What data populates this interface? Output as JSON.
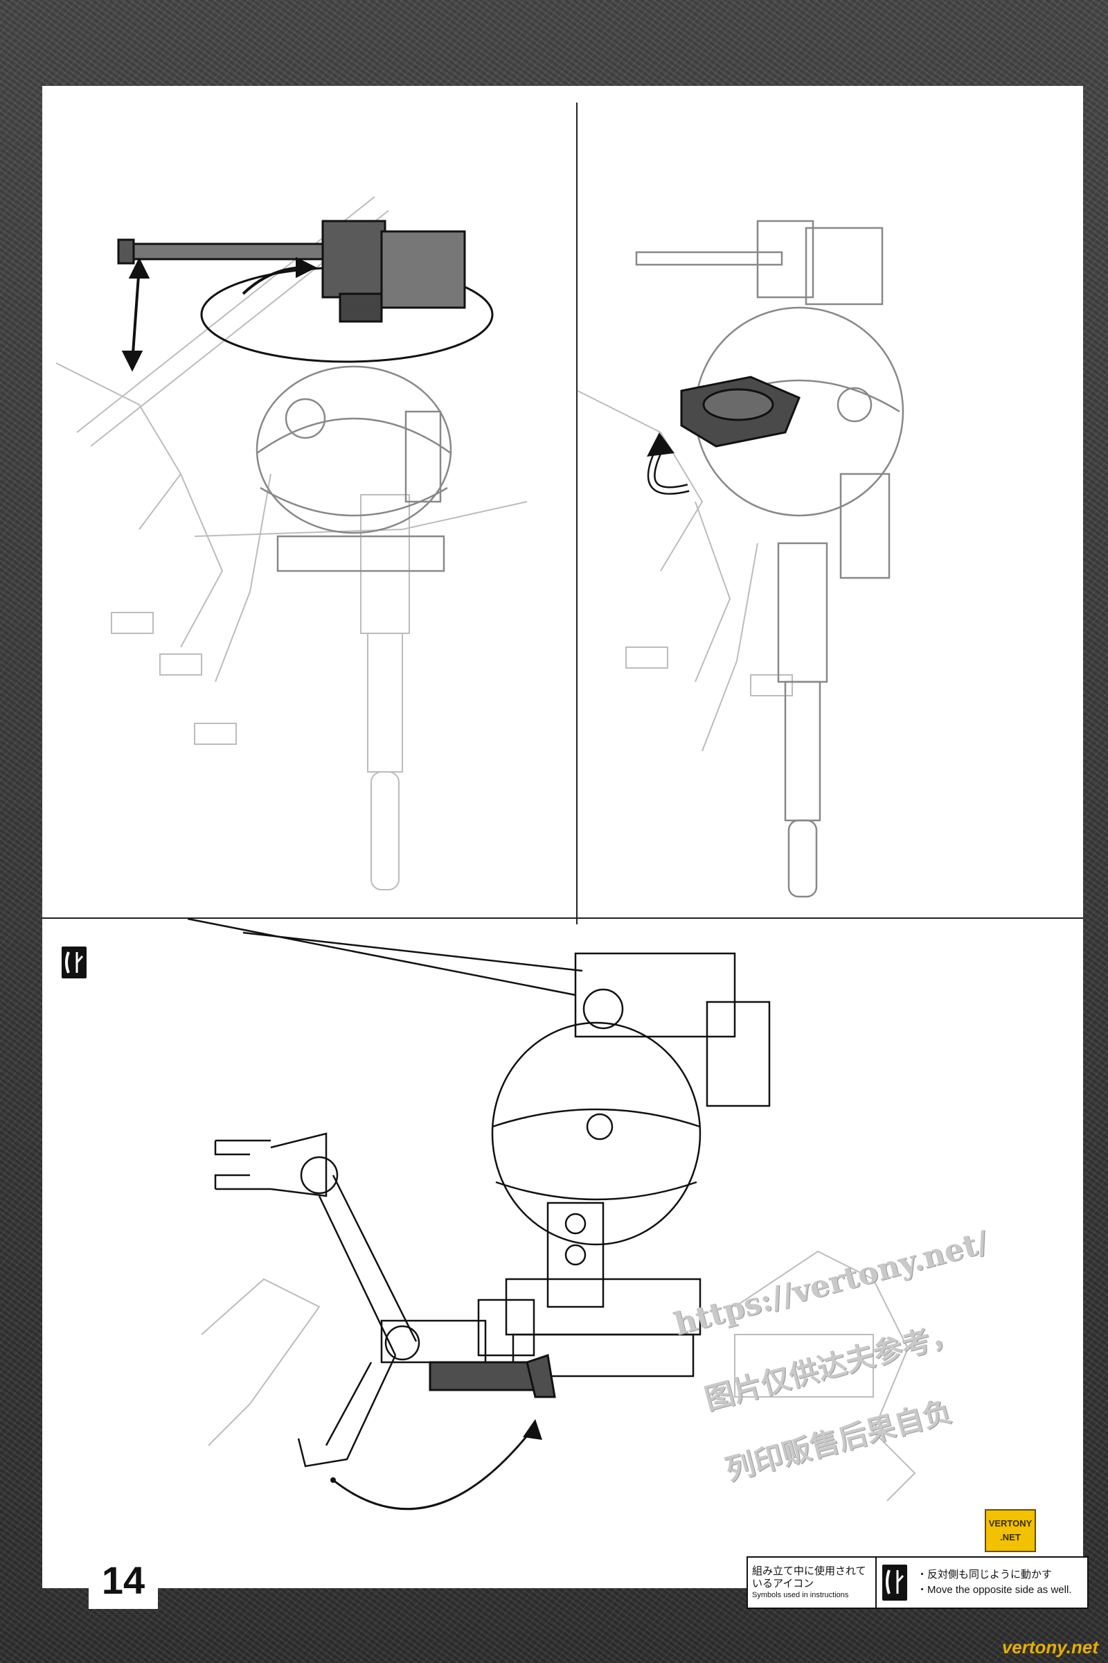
{
  "page": {
    "number": "14"
  },
  "legend": {
    "caption_jp": "組み立て中に使用されているアイコン",
    "caption_en": "Symbols used in instructions",
    "icon": "move-opposite-side-icon",
    "desc_jp": "・反対側も同じように動かす",
    "desc_en": "・Move the opposite side as well."
  },
  "panels": [
    {
      "id": "top-left",
      "content": "turret-rotate-and-barrel-elevate"
    },
    {
      "id": "top-right",
      "content": "hatch-open"
    },
    {
      "id": "bottom",
      "icon": "move-opposite-side-icon",
      "content": "arm-swing"
    }
  ],
  "watermark": {
    "url": "https://vertony.net/",
    "line2": "图片仅供达夫参考，",
    "line3": "列印贩售后果自负"
  },
  "site_logo": {
    "line1": "VERTONY",
    "line2": ".NET"
  },
  "site_footer": "vertony.net",
  "colors": {
    "frame": "#3a3a3a",
    "paper": "#ffffff",
    "line": "#222222",
    "ghost": "#bcbcbc",
    "shade": "#5a5a5a",
    "logo": "#f2c100"
  }
}
